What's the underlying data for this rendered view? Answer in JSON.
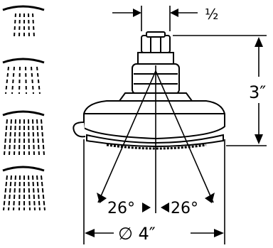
{
  "dimensions": {
    "connection_size": "½",
    "height": "3″",
    "spray_angle_left": "26°",
    "spray_angle_right": "26°",
    "diameter": "∅ 4″"
  },
  "spray_patterns": [
    {
      "name": "spray-pattern-1"
    },
    {
      "name": "spray-pattern-2"
    },
    {
      "name": "spray-pattern-3"
    },
    {
      "name": "spray-pattern-4"
    }
  ],
  "colors": {
    "line": "#000000",
    "background": "#ffffff"
  }
}
